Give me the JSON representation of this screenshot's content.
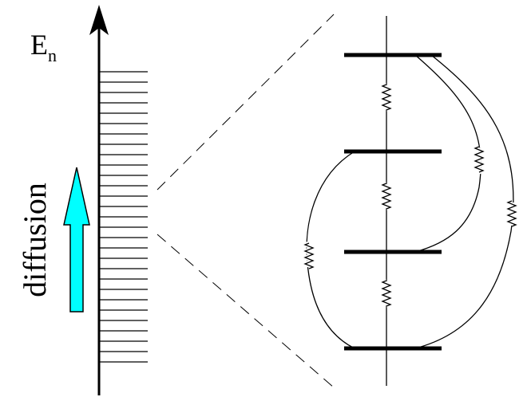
{
  "axis": {
    "label_main": "E",
    "label_subscript": "n"
  },
  "diffusion": {
    "label": "diffusion",
    "arrow_color": "#00FFFF"
  },
  "spectrum": {
    "line_count": 29
  },
  "zoom": {
    "level_count": 4
  },
  "colors": {
    "line": "#000000",
    "background": "#FFFFFF"
  }
}
